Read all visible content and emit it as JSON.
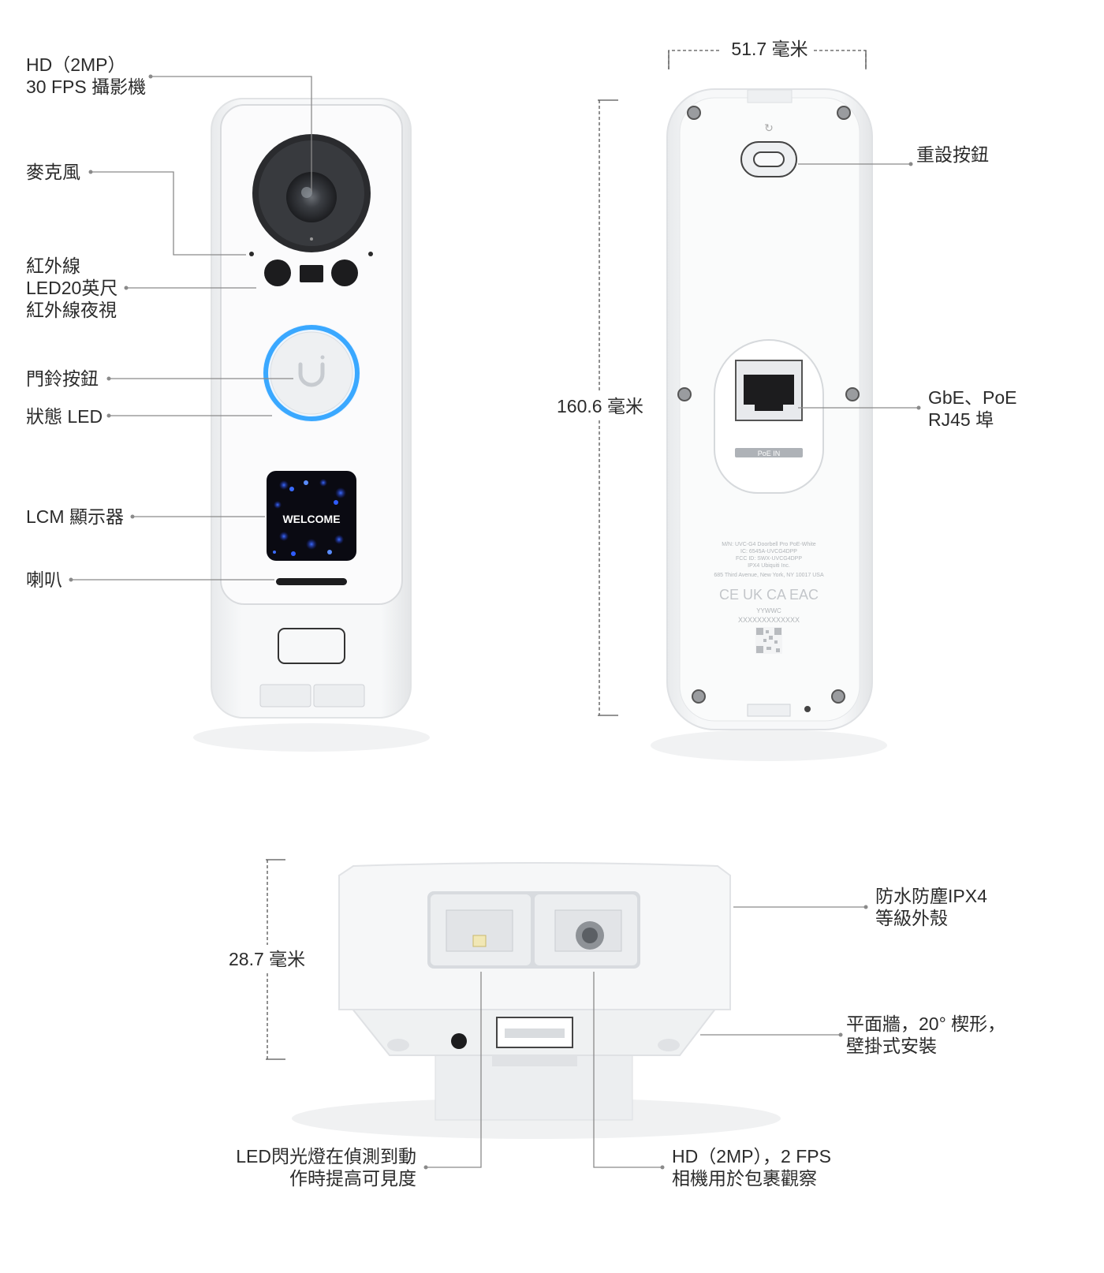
{
  "front": {
    "camera": [
      "HD（2MP）",
      "30 FPS 攝影機"
    ],
    "microphone": "麥克風",
    "infrared": [
      "紅外線",
      "LED20英尺",
      "紅外線夜視"
    ],
    "doorbell_button": "門鈴按鈕",
    "status_led": "狀態 LED",
    "lcm_display": "LCM 顯示器",
    "speaker": "喇叭",
    "screen_text": "WELCOME"
  },
  "back": {
    "width": "51.7 毫米",
    "height": "160.6 毫米",
    "reset_button": "重設按鈕",
    "port": [
      "GbE、PoE",
      "RJ45 埠"
    ],
    "port_tag": "PoE IN",
    "regulatory": [
      "M/N: UVC-G4 Doorbell Pro PoE-White",
      "IC: 6545A-UVCG4DPP",
      "FCC ID: SWX-UVCG4DPP",
      "IPX4    Ubiquiti Inc.",
      "685 Third Avenue, New York, NY 10017 USA"
    ],
    "cert_marks": "CE UK CA EAC",
    "date_code": "YYWWC",
    "serial": "XXXXXXXXXXXXX"
  },
  "bottom": {
    "depth": "28.7 毫米",
    "waterproof": [
      "防水防塵IPX4",
      "等級外殼"
    ],
    "mount": [
      "平面牆，20° 楔形，",
      "壁掛式安裝"
    ],
    "flash": [
      "LED閃光燈在偵測到動",
      "作時提高可見度"
    ],
    "package_camera": [
      "HD（2MP），2 FPS",
      "相機用於包裹觀察"
    ]
  },
  "colors": {
    "device": "#f4f5f6",
    "ring": "#3aa8ff",
    "screen": "#0a0a12",
    "line": "#8a8a8a"
  }
}
